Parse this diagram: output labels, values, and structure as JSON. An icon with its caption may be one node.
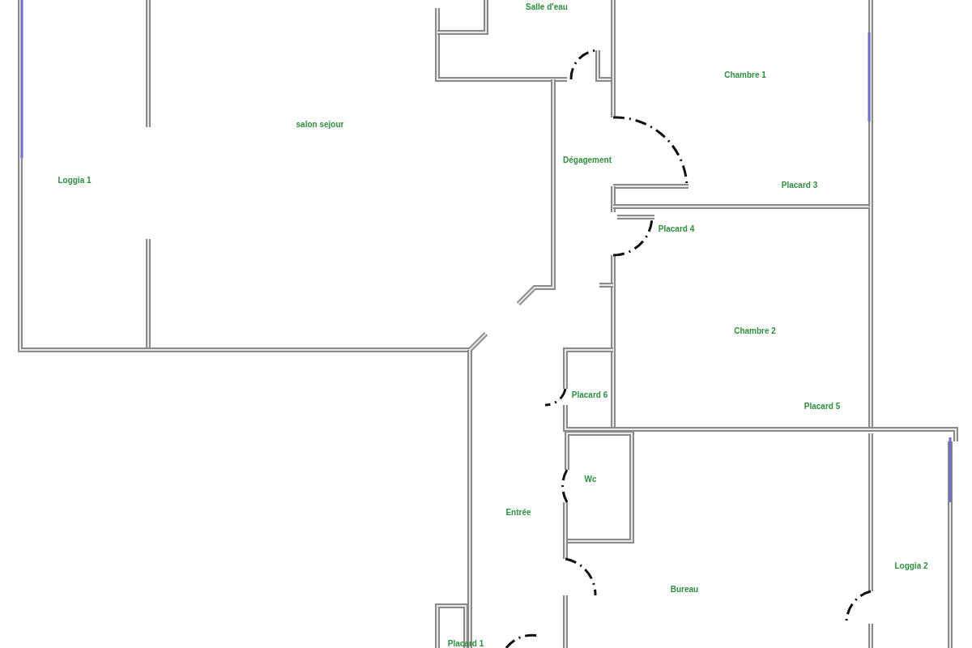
{
  "diagram": {
    "labels": [
      "Salle d'eau",
      "Chambre 1",
      "salon sejour",
      "Dégagement",
      "Loggia 1",
      "Placard 3",
      "Placard 4",
      "Chambre 2",
      "Placard 6",
      "Placard 5",
      "Wc",
      "Entrée",
      "Loggia 2",
      "Bureau",
      "Placard 1"
    ]
  }
}
